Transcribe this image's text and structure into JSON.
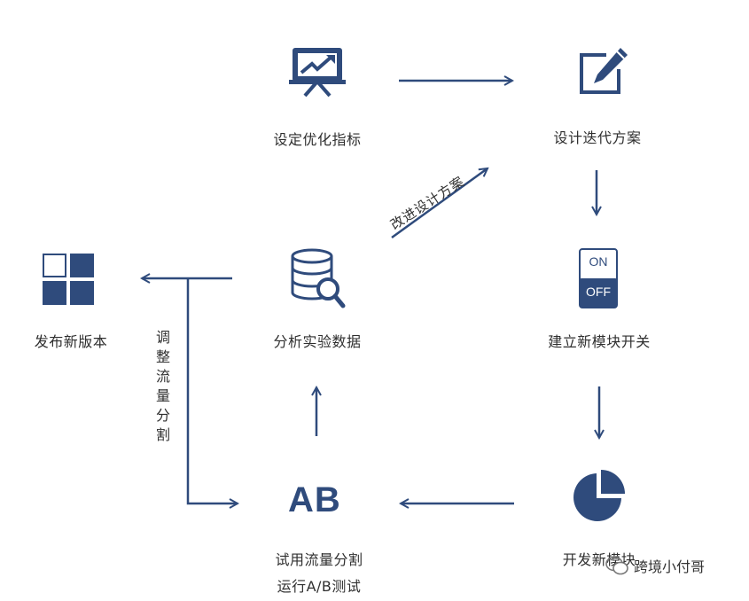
{
  "colors": {
    "primary": "#2f4b7c",
    "arrow": "#2f4b7c",
    "text": "#2f2f2f"
  },
  "nodes": {
    "set_metrics": {
      "label": "设定优化指标",
      "icon": "presentation-chart-icon"
    },
    "design_iteration": {
      "label": "设计迭代方案",
      "icon": "edit-pen-icon"
    },
    "build_switch": {
      "label": "建立新模块开关",
      "icon": "on-off-switch-icon",
      "switch_on": "ON",
      "switch_off": "OFF"
    },
    "develop_module": {
      "label": "开发新模块",
      "icon": "pie-chart-icon"
    },
    "ab_test": {
      "icon_text": "AB",
      "label_line1": "试用流量分割",
      "label_line2": "运行A/B测试"
    },
    "analyze_data": {
      "label": "分析实验数据",
      "icon": "database-search-icon"
    },
    "release": {
      "label": "发布新版本",
      "icon": "grid-blocks-icon"
    }
  },
  "edge_labels": {
    "improve_design": "改进设计方案",
    "adjust_traffic": "调整流量分割"
  },
  "watermark": {
    "text": "跨境小付哥",
    "icon": "wechat-icon"
  }
}
